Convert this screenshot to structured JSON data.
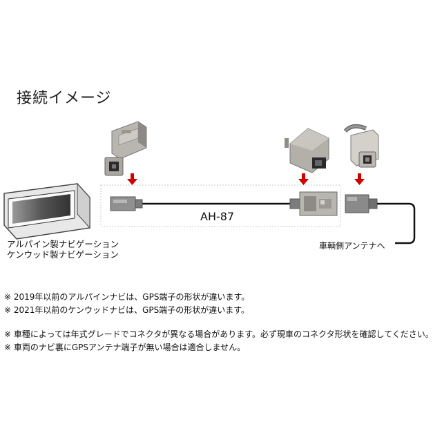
{
  "title": "接続イメージ",
  "navi_labels": [
    "アルパイン製ナビゲーション",
    "ケンウッド製ナビゲーション"
  ],
  "cable_label": "AH-87",
  "antenna_label": "車輌側アンテナへ",
  "notes_group1": [
    "※  2019年以前のアルパインナビは、GPS端子の形状が違います。",
    "※  2021年以前のケンウッドナビは、GPS端子の形状が違います。"
  ],
  "notes_group2": [
    "※  車種によっては年式グレードでコネクタが異なる場合があります。必ず現車のコネクタ形状を確認してください。",
    "※  車両のナビ裏にGPSアンテナ端子が無い場合は適合しません。"
  ],
  "colors": {
    "arrow": "#d10000",
    "connector": "#8f8f8f",
    "connector_light": "#b9b6b0",
    "cable": "#111111"
  }
}
